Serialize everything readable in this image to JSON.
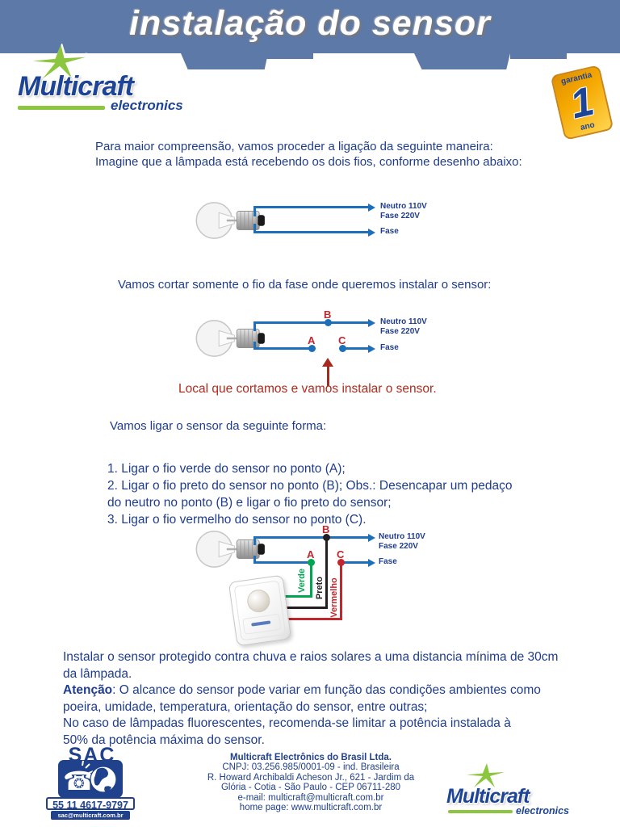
{
  "header": {
    "title": "instalação do sensor",
    "badge": {
      "line1": "garantia",
      "number": "1",
      "line2": "ano"
    }
  },
  "brand": {
    "name": "Multicraft",
    "tagline": "electronics"
  },
  "intro": {
    "line1": "Para maior compreensão, vamos proceder a ligação da seguinte maneira:",
    "line2": "Imagine que a lâmpada está recebendo os dois fios, conforme desenho abaixo:"
  },
  "diagram1": {
    "neutro": "Neutro 110V",
    "fase220": "Fase 220V",
    "fase": "Fase"
  },
  "section2": {
    "heading": "Vamos cortar somente o fio da fase onde queremos instalar o sensor:",
    "caption": "Local que cortamos e vamos instalar o sensor."
  },
  "diagram2": {
    "neutro": "Neutro 110V",
    "fase220": "Fase 220V",
    "fase": "Fase",
    "point_a": "A",
    "point_b": "B",
    "point_c": "C"
  },
  "section3": {
    "heading": "Vamos ligar o sensor da seguinte forma:",
    "steps": [
      "1. Ligar o fio verde do sensor no ponto (A);",
      "2. Ligar o fio preto do sensor no ponto (B); Obs.: Desencapar um pedaço",
      "do neutro no ponto (B) e ligar o fio preto do sensor;",
      "3. Ligar o fio vermelho do sensor no ponto (C)."
    ]
  },
  "diagram3": {
    "neutro": "Neutro 110V",
    "fase220": "Fase 220V",
    "fase": "Fase",
    "point_a": "A",
    "point_b": "B",
    "point_c": "C",
    "verde": "Verde",
    "preto": "Preto",
    "vermelho": "Vermelho"
  },
  "notes": {
    "line1": "Instalar o sensor protegido contra chuva e raios solares a uma distancia mínima de 30cm",
    "line2": "da lâmpada.",
    "attention_label": "Atenção",
    "attention_rest": ": O alcance do sensor pode variar em função das condições ambientes como",
    "line4": "poeira, umidade, temperatura, orientação do sensor, entre outras;",
    "line5": "No caso de lâmpadas fluorescentes, recomenda-se limitar a potência instalada à",
    "line6": "50% da potência máxima do sensor."
  },
  "footer": {
    "sac": {
      "acronym": "SAC",
      "phone": "55 11 4617-9797",
      "email": "sac@multicraft.com.br",
      "phone_icon": "☎"
    },
    "company": {
      "lines": [
        "Multicraft Electrônics do Brasil Ltda.",
        "CNPJ: 03.256.985/0001-09 - ind. Brasileira",
        "R. Howard Archibaldi Acheson Jr., 621 - Jardim da",
        "Glória - Cotia - São Paulo - CEP 06711-280",
        "e-mail: multicraft@multicraft.com.br",
        "home page: www.multicraft.com.br"
      ]
    }
  },
  "colors": {
    "banner_blue": "#5d79a8",
    "body_navy": "#1f3d8f",
    "logo_blue": "#1e4496",
    "logo_green": "#8cc63e",
    "wire_blue": "#1c6fb8",
    "wire_green": "#00a651",
    "wire_black": "#231f20",
    "wire_red": "#c1272d",
    "annotation_red": "#b02a1e",
    "badge_orange": "#f5a800"
  }
}
